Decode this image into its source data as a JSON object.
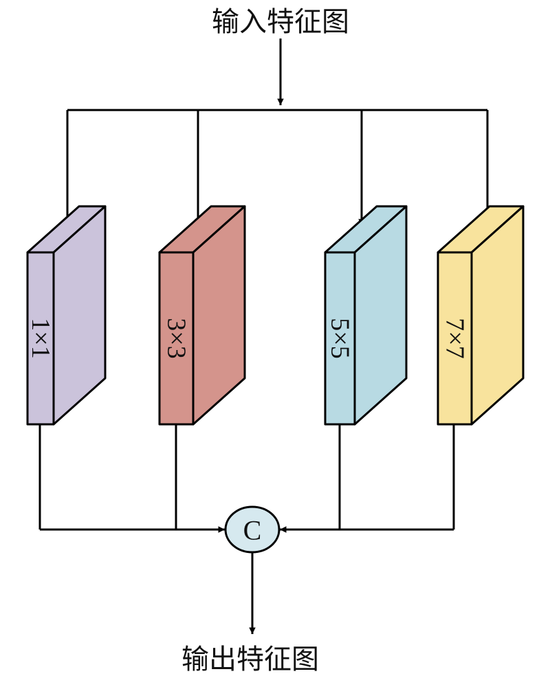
{
  "input_label": "输入特征图",
  "output_label": "输出特征图",
  "concat_symbol": "C",
  "concat_color": "#d6e9ef",
  "blocks": [
    {
      "label": "1×1",
      "front": "#cbc3db",
      "side": "#cbc3db",
      "top": "#cbc3db"
    },
    {
      "label": "3×3",
      "front": "#d4948c",
      "side": "#d4948c",
      "top": "#d4948c"
    },
    {
      "label": "5×5",
      "front": "#b8dae3",
      "side": "#b8dae3",
      "top": "#b8dae3"
    },
    {
      "label": "7×7",
      "front": "#f8e39d",
      "side": "#f8e39d",
      "top": "#f8e39d"
    }
  ]
}
